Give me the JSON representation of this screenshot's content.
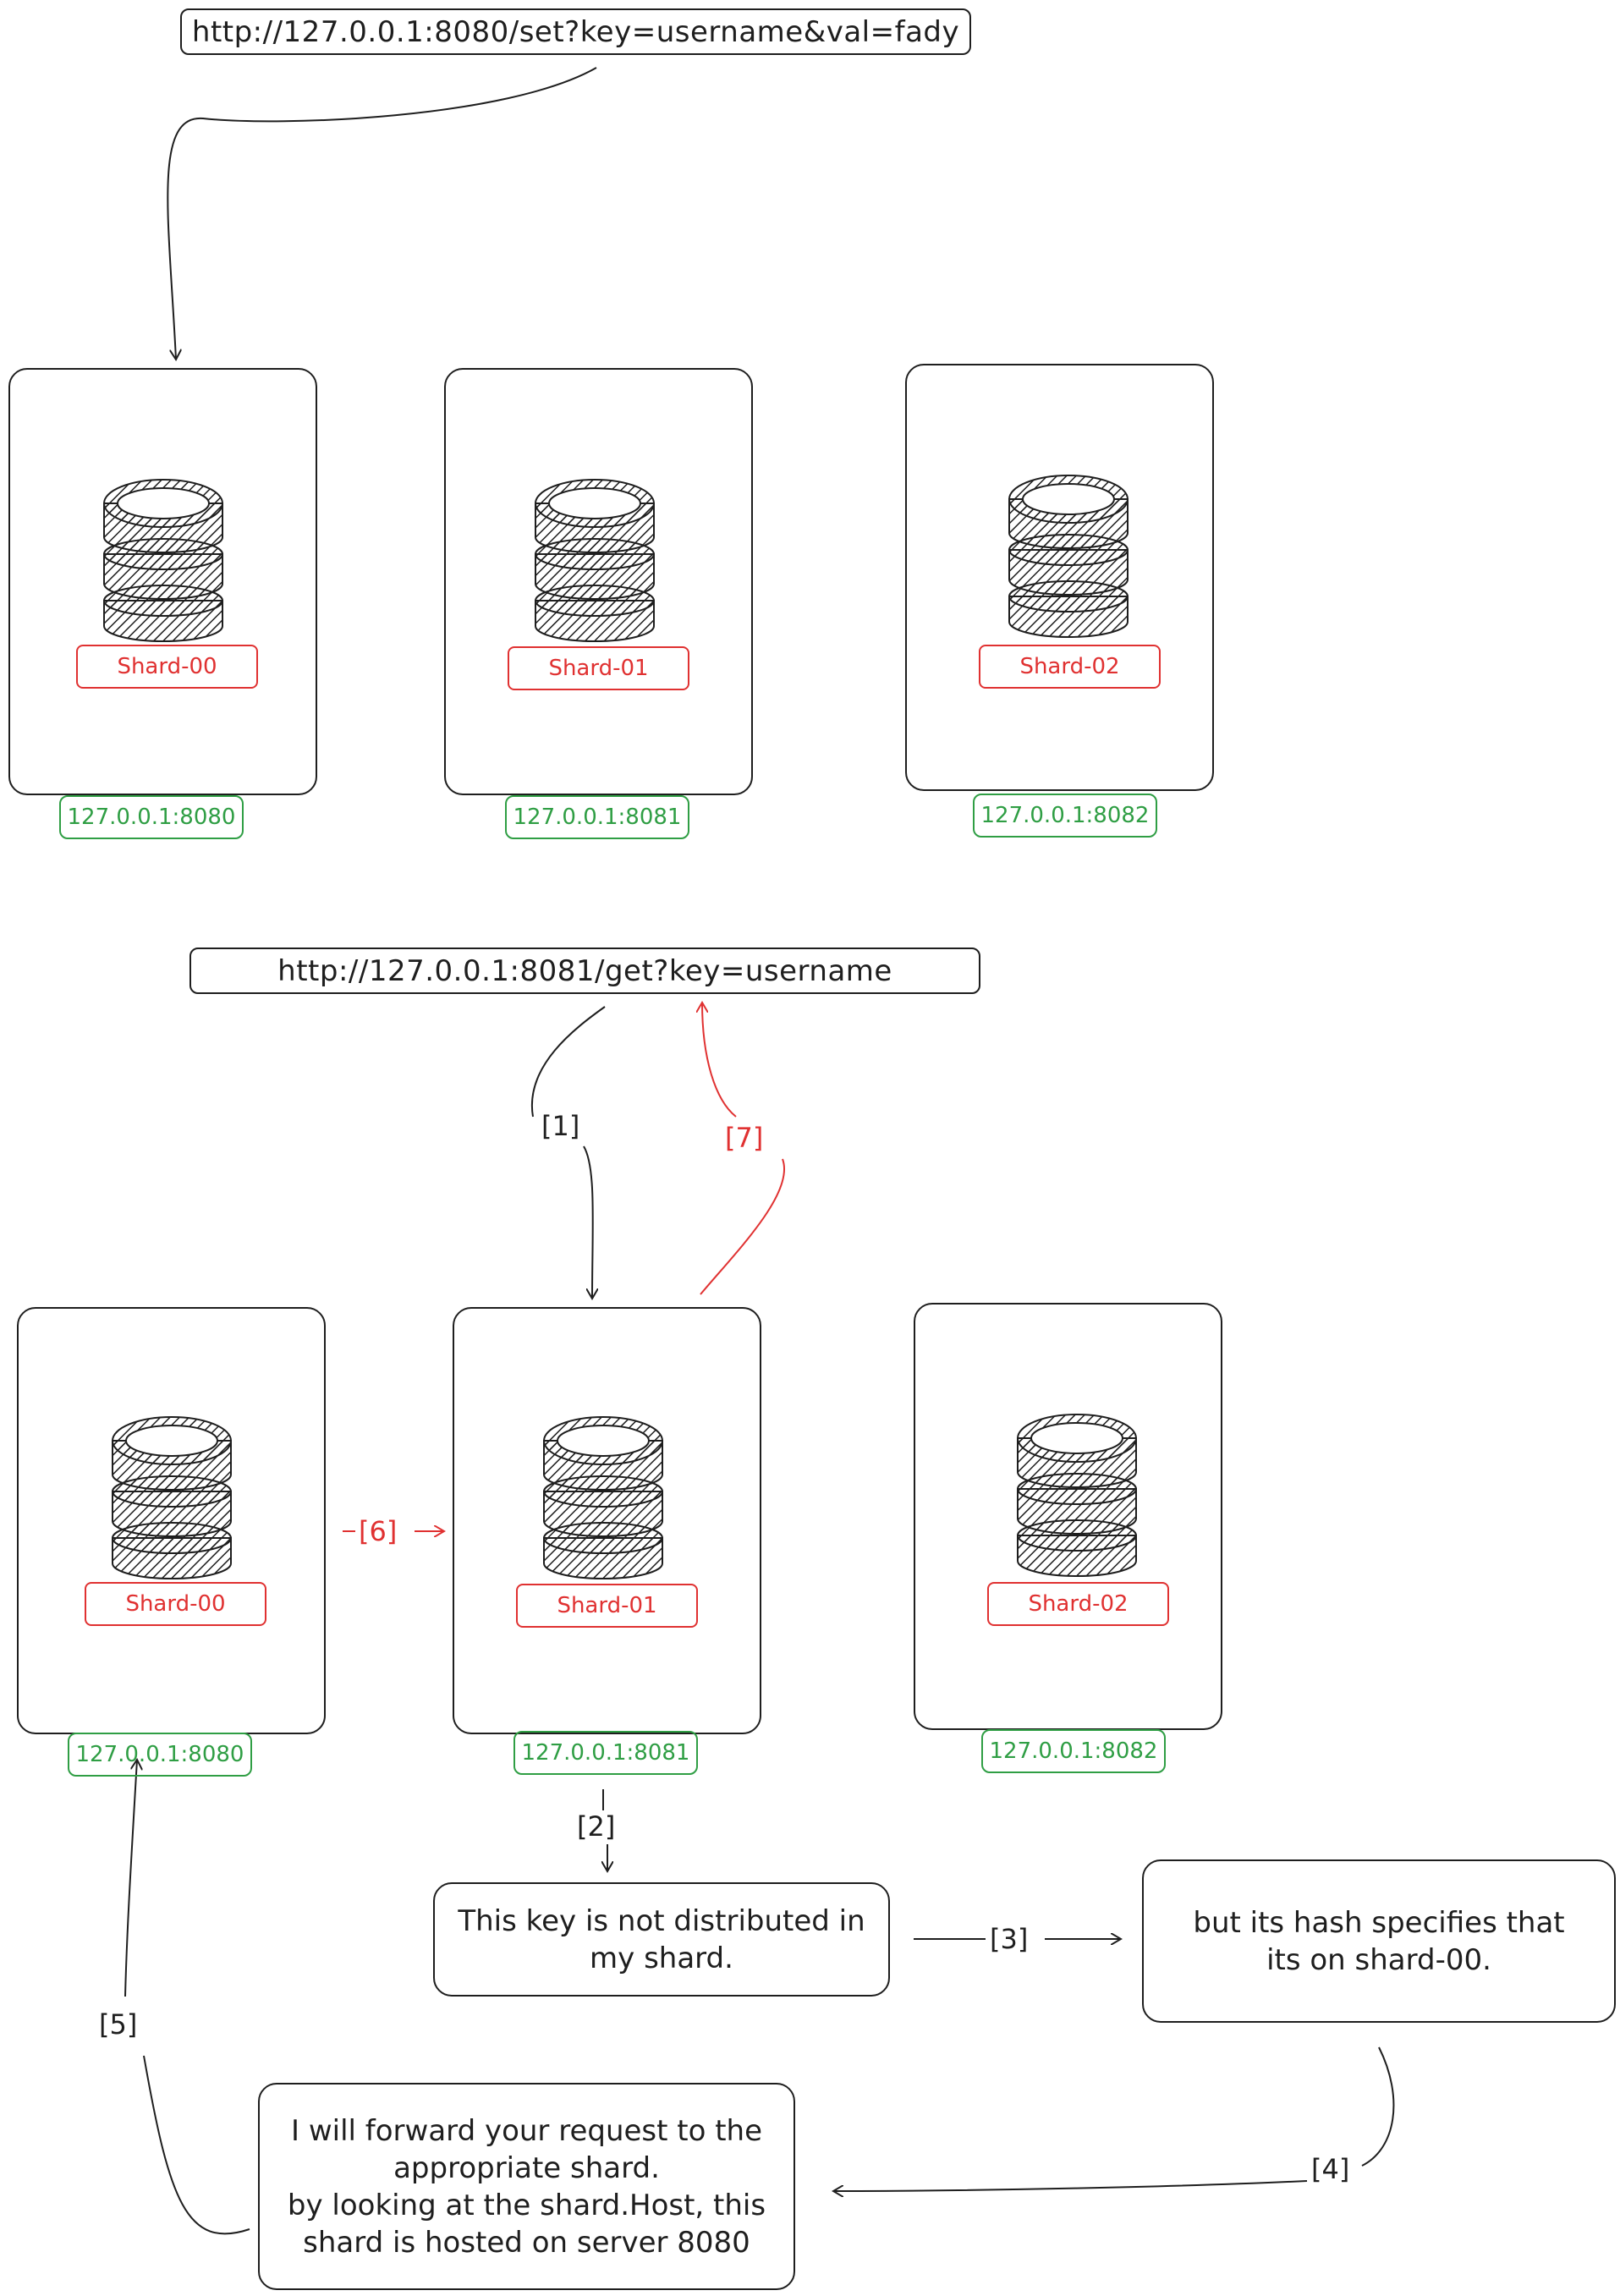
{
  "set_request": {
    "url": "http://127.0.0.1:8080/set?key=username&val=fady"
  },
  "get_request": {
    "url": "http://127.0.0.1:8081/get?key=username"
  },
  "top_servers": [
    {
      "shard": "Shard-00",
      "host": "127.0.0.1:8080"
    },
    {
      "shard": "Shard-01",
      "host": "127.0.0.1:8081"
    },
    {
      "shard": "Shard-02",
      "host": "127.0.0.1:8082"
    }
  ],
  "bottom_servers": [
    {
      "shard": "Shard-00",
      "host": "127.0.0.1:8080"
    },
    {
      "shard": "Shard-01",
      "host": "127.0.0.1:8081"
    },
    {
      "shard": "Shard-02",
      "host": "127.0.0.1:8082"
    }
  ],
  "steps": {
    "s1": "[1]",
    "s2": "[2]",
    "s3": "[3]",
    "s4": "[4]",
    "s5": "[5]",
    "s6": "[6]",
    "s7": "[7]"
  },
  "notes": {
    "not_in_shard": "This key is not distributed in\nmy shard.",
    "hash_specifies": "but its hash specifies that\nits on shard-00.",
    "forward": "I will forward your request to the\nappropriate shard.\nby looking at the shard.Host, this\nshard is hosted on server 8080"
  },
  "colors": {
    "stroke": "#1e1e1e",
    "shard_label": "#e03131",
    "host_label": "#2f9e44",
    "return_arrow": "#e03131"
  }
}
